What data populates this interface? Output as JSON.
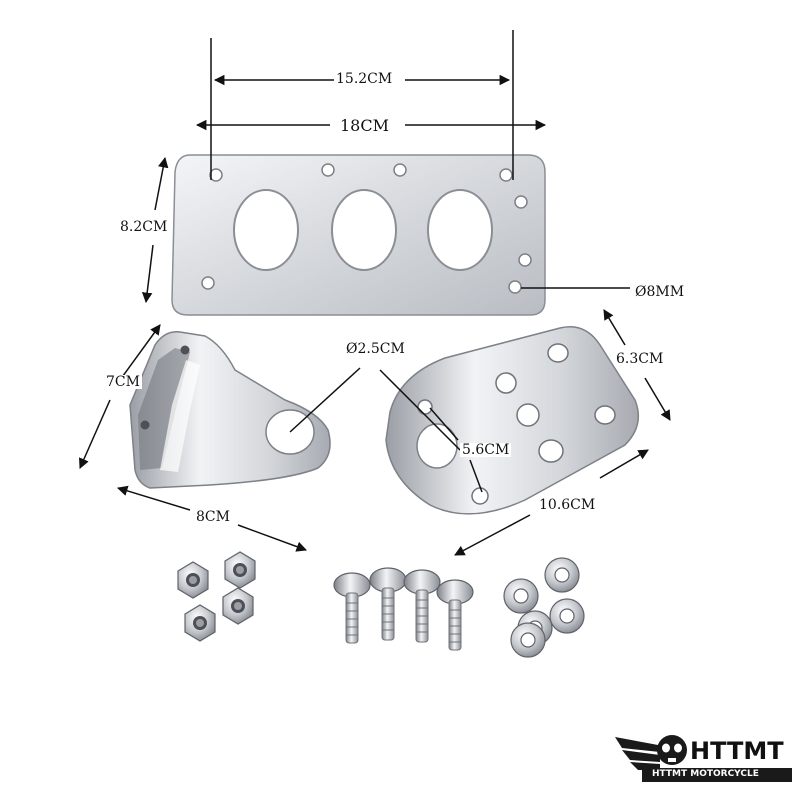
{
  "dimensions": {
    "plate_hole_spacing": "15.2CM",
    "plate_width": "18CM",
    "plate_height": "8.2CM",
    "hole_diameter": "Ø8MM",
    "bolt_hole_diameter": "Ø2.5CM",
    "left_bracket_height": "7CM",
    "left_bracket_width": "8CM",
    "right_bracket_height": "6.3CM",
    "right_bracket_hole_spacing": "5.6CM",
    "right_bracket_length": "10.6CM"
  },
  "hardware": {
    "nuts_count": 4,
    "bolts_count": 4,
    "washers_count": 5
  },
  "logo": {
    "brand": "HTTMT",
    "tagline": "HTTMT MOTORCYCLE"
  },
  "colors": {
    "metal_light": "#eef0f3",
    "metal_mid": "#c9ccd1",
    "metal_dark": "#8d9198",
    "line": "#111111"
  }
}
